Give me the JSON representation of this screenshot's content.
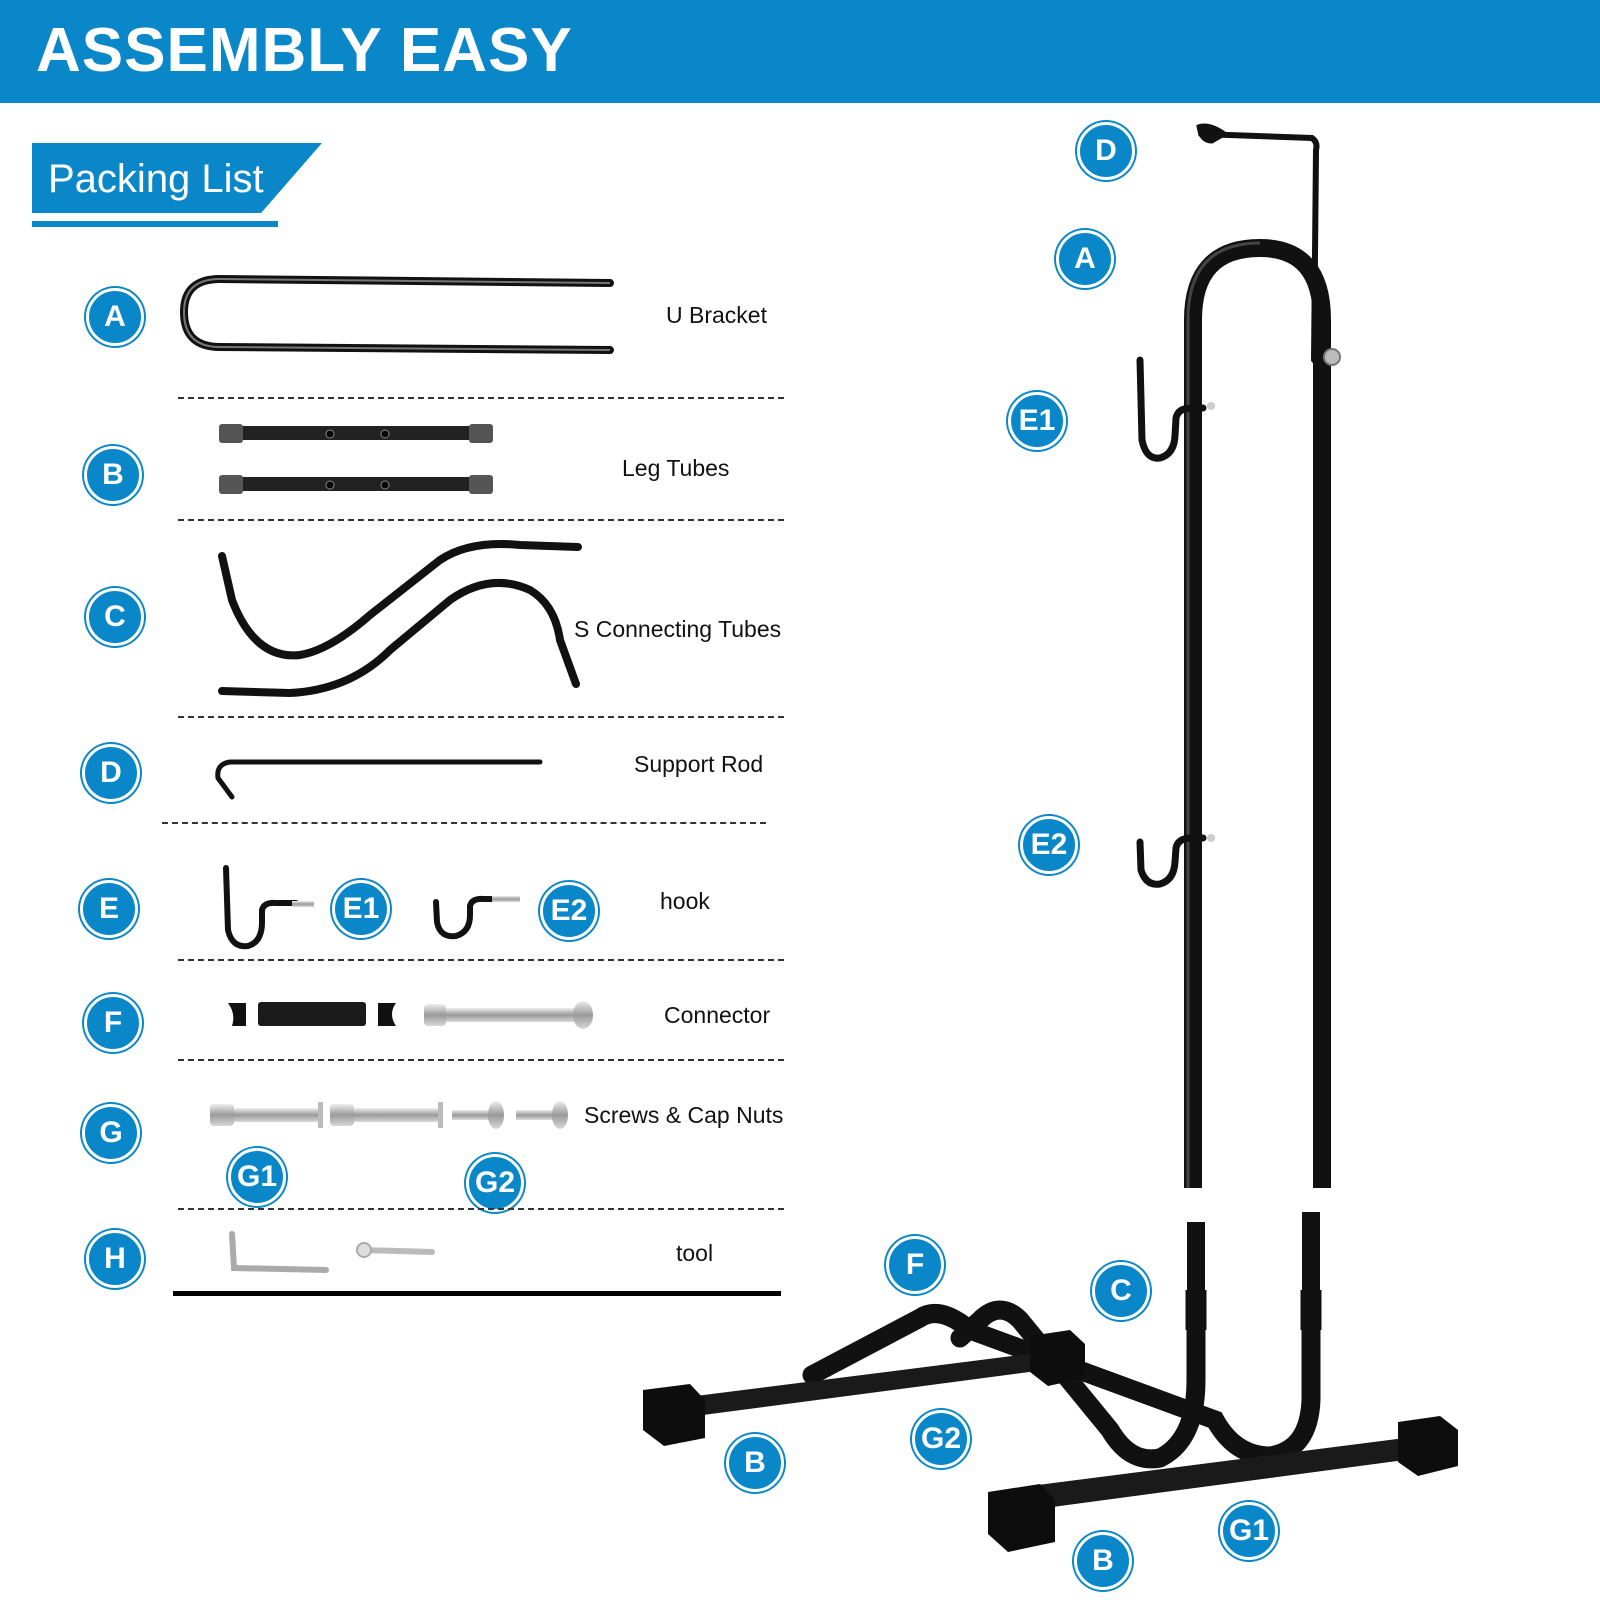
{
  "header": {
    "title": "ASSEMBLY EASY"
  },
  "packing_list": {
    "title": "Packing List",
    "items": [
      {
        "letter": "A",
        "label": "U Bracket"
      },
      {
        "letter": "B",
        "label": "Leg Tubes"
      },
      {
        "letter": "C",
        "label": "S Connecting Tubes"
      },
      {
        "letter": "D",
        "label": "Support Rod"
      },
      {
        "letter": "E",
        "label": "hook"
      },
      {
        "letter": "F",
        "label": "Connector"
      },
      {
        "letter": "G",
        "label": "Screws & Cap Nuts"
      },
      {
        "letter": "H",
        "label": "tool"
      }
    ],
    "sub_labels": {
      "e1": "E1",
      "e2": "E2",
      "g1": "G1",
      "g2": "G2"
    }
  },
  "assembled_labels": {
    "d": "D",
    "a": "A",
    "e1": "E1",
    "e2": "E2",
    "f": "F",
    "c": "C",
    "g2": "G2",
    "b_left": "B",
    "b_right": "B",
    "g1": "G1"
  },
  "colors": {
    "accent": "#0a87c8",
    "metal": "#111111"
  }
}
